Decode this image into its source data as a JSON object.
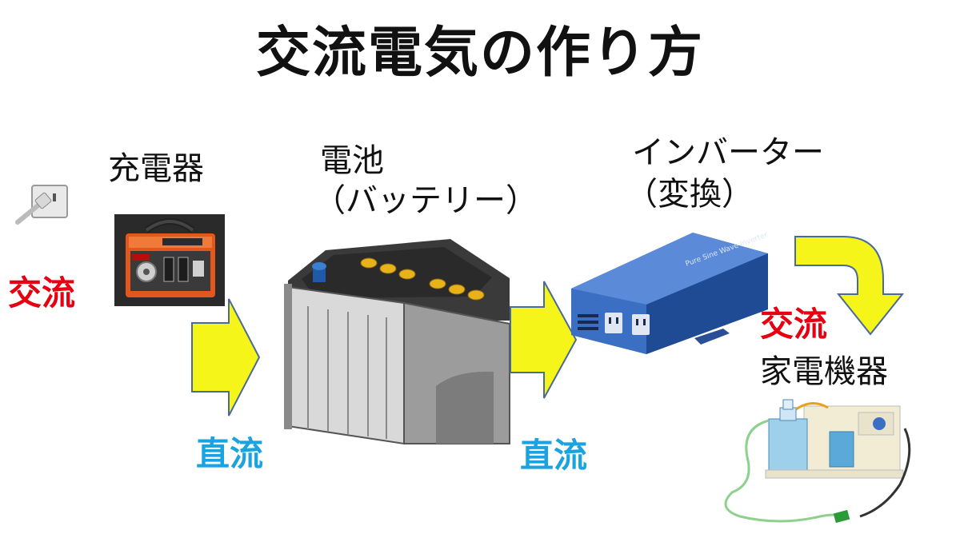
{
  "title": "交流電気の作り方",
  "labels": {
    "charger": "充電器",
    "battery_line1": "電池",
    "battery_line2": "（バッテリー）",
    "inverter_line1": "インバーター",
    "inverter_line2": "（変換）",
    "appliance": "家電機器"
  },
  "current": {
    "ac_left": "交流",
    "dc_first": "直流",
    "dc_second": "直流",
    "ac_right": "交流"
  },
  "colors": {
    "ac": "#e60012",
    "dc": "#1aa3e0",
    "arrow_fill": "#f5f51a",
    "arrow_stroke": "#4a6a9a"
  }
}
